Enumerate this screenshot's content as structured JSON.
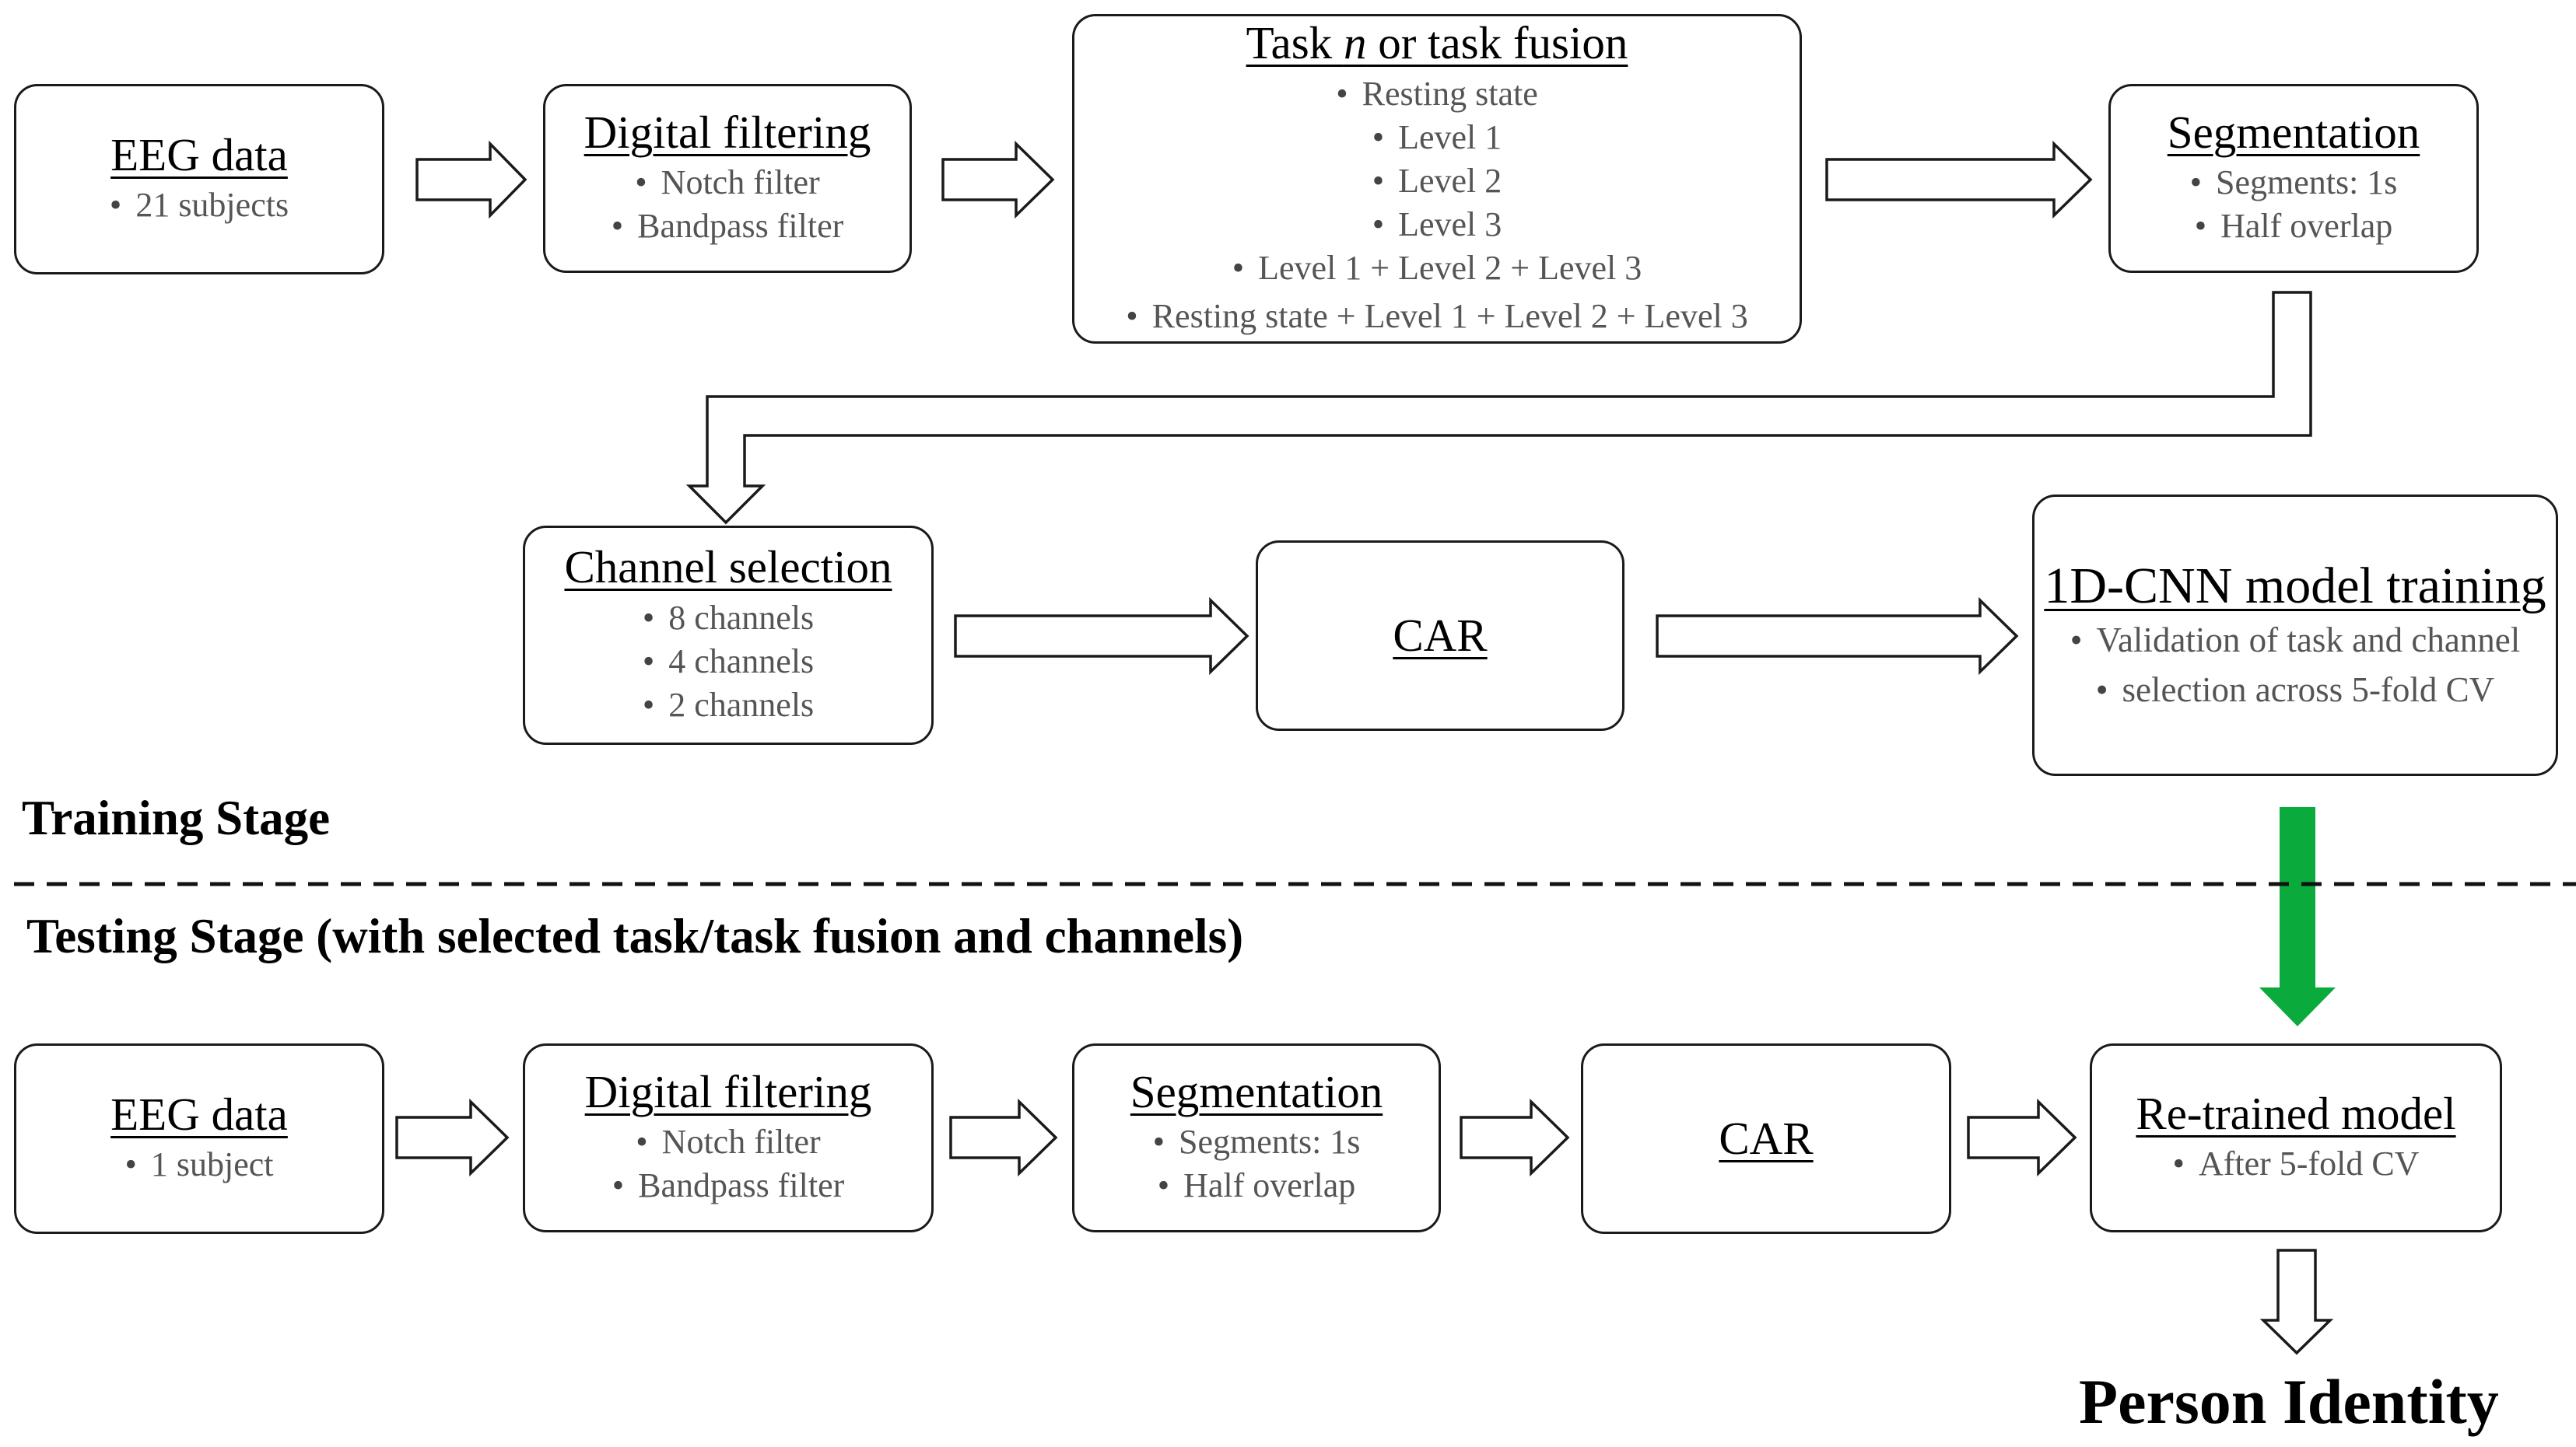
{
  "training": {
    "eeg": {
      "title": "EEG data",
      "items": [
        "21 subjects"
      ]
    },
    "filter": {
      "title": "Digital filtering",
      "items": [
        "Notch filter",
        "Bandpass filter"
      ]
    },
    "task": {
      "title_pre": "Task ",
      "title_n": "n",
      "title_post": " or task fusion",
      "items": [
        "Resting state",
        "Level 1",
        "Level 2",
        "Level 3",
        "Level 1 + Level 2 + Level 3",
        "Resting state + Level 1 + Level 2 + Level 3"
      ]
    },
    "segmentation": {
      "title": "Segmentation",
      "items": [
        "Segments: 1s",
        "Half overlap"
      ]
    },
    "channel": {
      "title": "Channel selection",
      "items": [
        "8 channels",
        "4 channels",
        "2 channels"
      ]
    },
    "car": {
      "title": "CAR"
    },
    "cnn": {
      "title": "1D-CNN model training",
      "items": [
        "Validation of task and channel",
        "selection across 5-fold CV"
      ]
    },
    "stage_label": "Training Stage"
  },
  "testing": {
    "stage_label": "Testing Stage (with selected task/task fusion and channels)",
    "eeg": {
      "title": "EEG data",
      "items": [
        "1 subject"
      ]
    },
    "filter": {
      "title": "Digital filtering",
      "items": [
        "Notch filter",
        "Bandpass filter"
      ]
    },
    "segmentation": {
      "title": "Segmentation",
      "items": [
        "Segments: 1s",
        "Half overlap"
      ]
    },
    "car": {
      "title": "CAR"
    },
    "retrained": {
      "title": "Re-trained model",
      "items": [
        "After 5-fold CV"
      ]
    }
  },
  "output": {
    "label": "Person Identity"
  },
  "colors": {
    "transfer_arrow": "#0aaa3c",
    "box_border": "#1a1a1a",
    "bullet_text": "#555555"
  }
}
